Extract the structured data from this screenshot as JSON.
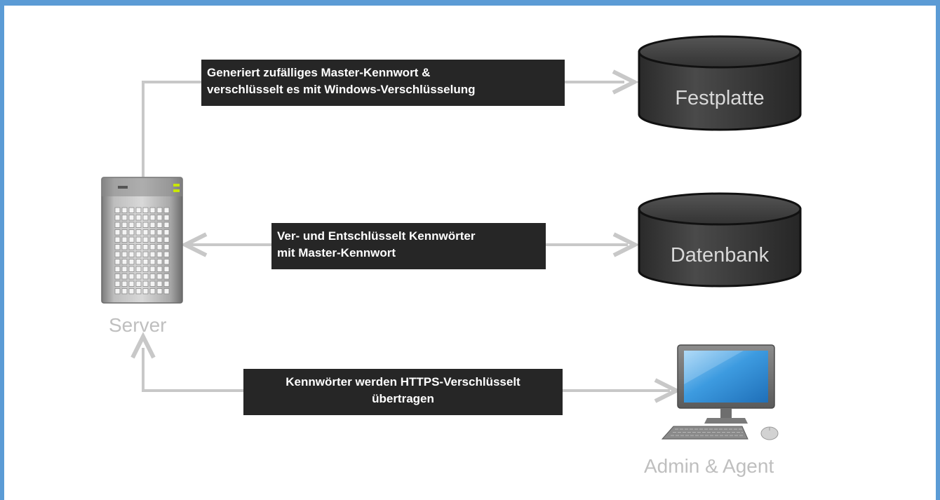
{
  "nodes": {
    "server": {
      "label": "Server"
    },
    "disk": {
      "label": "Festplatte"
    },
    "database": {
      "label": "Datenbank"
    },
    "client": {
      "label": "Admin & Agent"
    }
  },
  "edges": {
    "server_to_disk": {
      "line1": "Generiert zufälliges Master-Kennwort &",
      "line2": "verschlüsselt es mit Windows-Verschlüsselung"
    },
    "server_database": {
      "line1": "Ver- und Entschlüsselt Kennwörter",
      "line2": "mit Master-Kennwort"
    },
    "client_server": {
      "line1": "Kennwörter werden HTTPS-Verschlüsselt",
      "line2": "übertragen"
    }
  },
  "colors": {
    "frame": "#5b9bd5",
    "connector": "#c8c8c8",
    "label_bg": "#262626",
    "cylinder": "#3a3a3a",
    "monitor_screen": "#3d9be0"
  }
}
